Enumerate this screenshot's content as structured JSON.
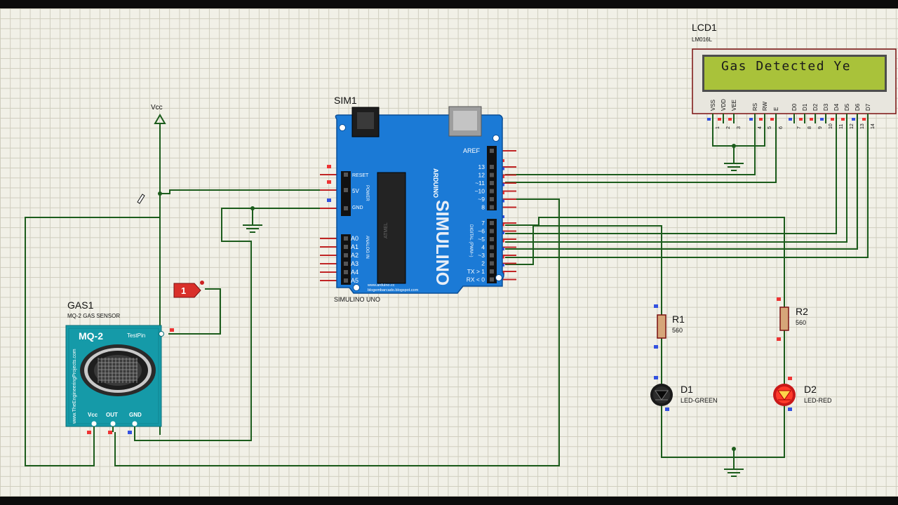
{
  "components": {
    "sim1": {
      "ref": "SIM1",
      "name": "SIMULINO UNO",
      "logo": "SIMULINO",
      "brand": "ARDUINO",
      "url1": "www.arduino.cc",
      "url2": "blogembarcado.blogspot.com",
      "aref": "AREF",
      "reset": "RESET",
      "v5": "5V",
      "gnd": "GND",
      "power": "POWER",
      "analog": "ANALOG IN",
      "digital": "DIGITAL (PWM~)",
      "chip": "ATMEL",
      "digital_top": [
        "13",
        "12",
        "~11",
        "~10",
        "~9",
        "8"
      ],
      "digital_bottom": [
        "7",
        "~6",
        "~5",
        "4",
        "~3",
        "2",
        "TX > 1",
        "RX < 0"
      ],
      "analog_pins": [
        "A0",
        "A1",
        "A2",
        "A3",
        "A4",
        "A5"
      ],
      "color": "#1b7ad6"
    },
    "lcd1": {
      "ref": "LCD1",
      "model": "LM016L",
      "display_text": "Gas Detected Ye",
      "pins": [
        "VSS",
        "VDD",
        "VEE",
        "RS",
        "RW",
        "E",
        "D0",
        "D1",
        "D2",
        "D3",
        "D4",
        "D5",
        "D6",
        "D7"
      ],
      "pin_numbers": [
        "1",
        "2",
        "3",
        "4",
        "5",
        "6",
        "7",
        "8",
        "9",
        "10",
        "11",
        "12",
        "13",
        "14"
      ],
      "screen_color": "#a9c23a"
    },
    "gas1": {
      "ref": "GAS1",
      "desc": "MQ-2 GAS SENSOR",
      "module": "MQ-2",
      "testpin": "TestPin",
      "side_text": "www.TheEngineeringProjects.com",
      "pins": [
        "Vcc",
        "OUT",
        "GND"
      ],
      "color": "#159aa8"
    },
    "vcc": {
      "label": "Vcc"
    },
    "probe": {
      "label": "1"
    },
    "r1": {
      "ref": "R1",
      "value": "560"
    },
    "r2": {
      "ref": "R2",
      "value": "560"
    },
    "d1": {
      "ref": "D1",
      "desc": "LED-GREEN"
    },
    "d2": {
      "ref": "D2",
      "desc": "LED-RED"
    }
  }
}
